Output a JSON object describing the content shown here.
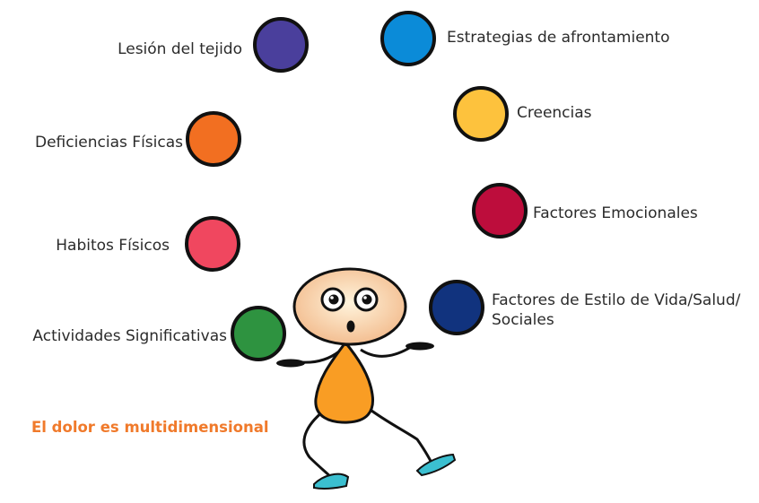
{
  "factors": [
    {
      "id": "lesion",
      "label": "Lesión del tejido",
      "color": "#4a3f9c"
    },
    {
      "id": "estrategias",
      "label": "Estrategias de afrontamiento",
      "color": "#0b8bd8"
    },
    {
      "id": "creencias",
      "label": "Creencias",
      "color": "#fdc23d"
    },
    {
      "id": "deficiencias",
      "label": "Deficiencias Físicas",
      "color": "#f26f21"
    },
    {
      "id": "emocionales",
      "label": "Factores Emocionales",
      "color": "#bd0d3c"
    },
    {
      "id": "habitos",
      "label": "Habitos Físicos",
      "color": "#f0475f"
    },
    {
      "id": "estilo",
      "label": "Factores de Estilo de Vida/Salud/",
      "label_line2": "Sociales",
      "color": "#11337e"
    },
    {
      "id": "actividades",
      "label": "Actividades Significativas",
      "color": "#2e9340"
    }
  ],
  "caption": "El dolor es multidimensional",
  "colors": {
    "caption": "#f07a2b",
    "head": "#f6c99a",
    "body": "#f99d24",
    "shoes": "#3bbfd0",
    "outline": "#111111"
  }
}
